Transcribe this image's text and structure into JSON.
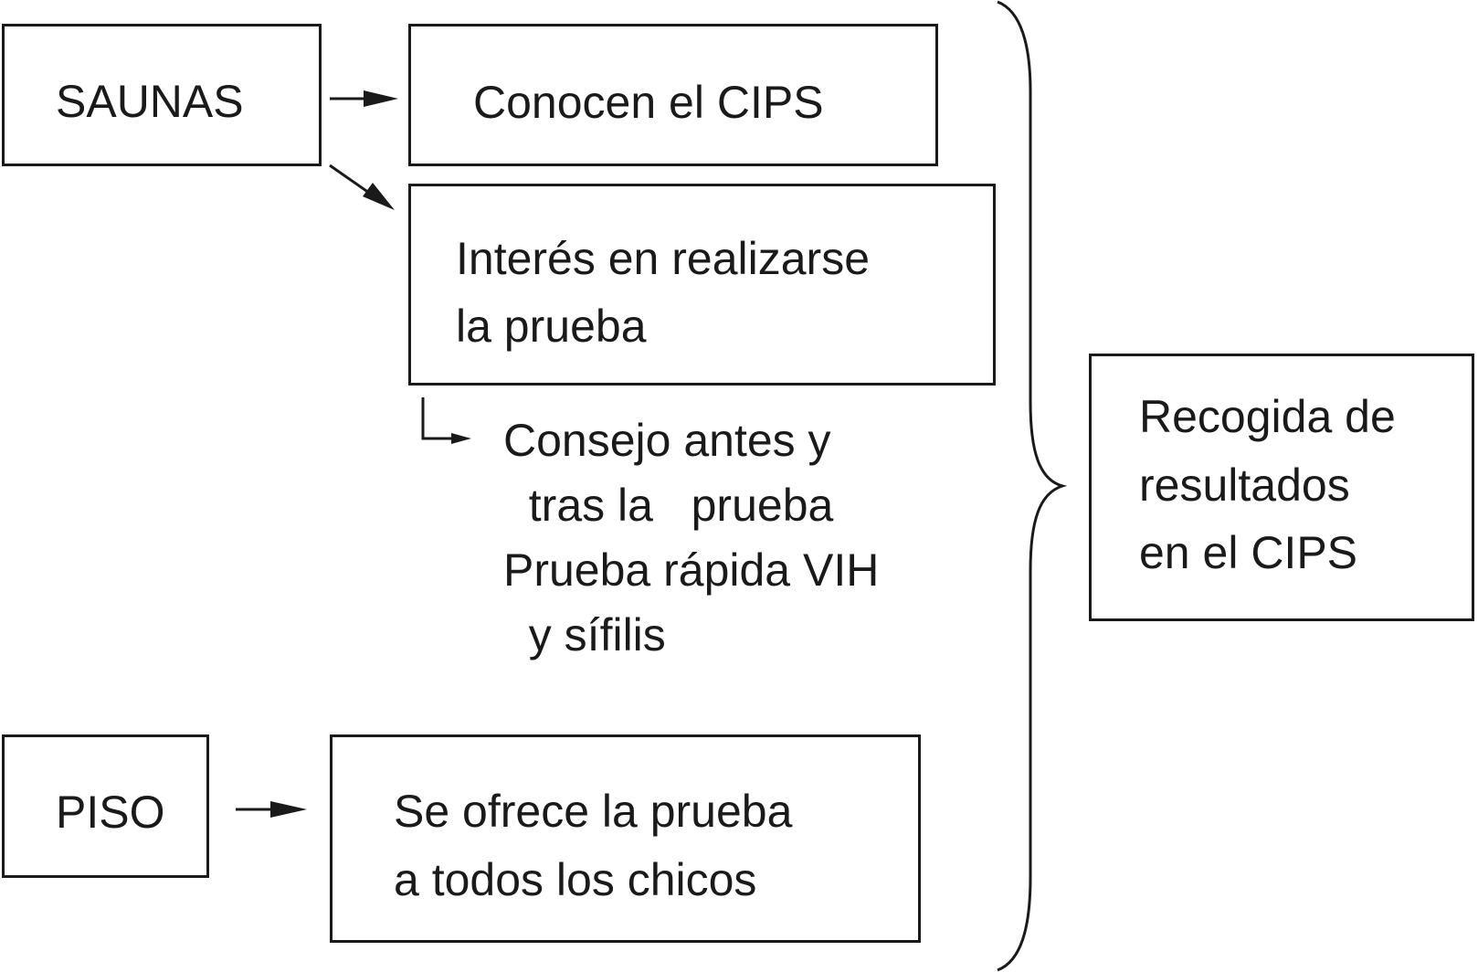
{
  "saunas": {
    "label": "SAUNAS",
    "outcome_known": "Conocen el CIPS",
    "outcome_interest": {
      "line1": "Interés en realizarse",
      "line2": "la prueba"
    },
    "steps": {
      "line1": "Consejo antes y",
      "line2": "  tras la   prueba",
      "line3": "Prueba rápida VIH",
      "line4": "  y sífilis"
    }
  },
  "piso": {
    "label": "PISO",
    "outcome": {
      "line1": "Se ofrece la prueba",
      "line2": "a todos los chicos"
    }
  },
  "result": {
    "line1": "Recogida de",
    "line2": "resultados",
    "line3": "en el CIPS"
  }
}
